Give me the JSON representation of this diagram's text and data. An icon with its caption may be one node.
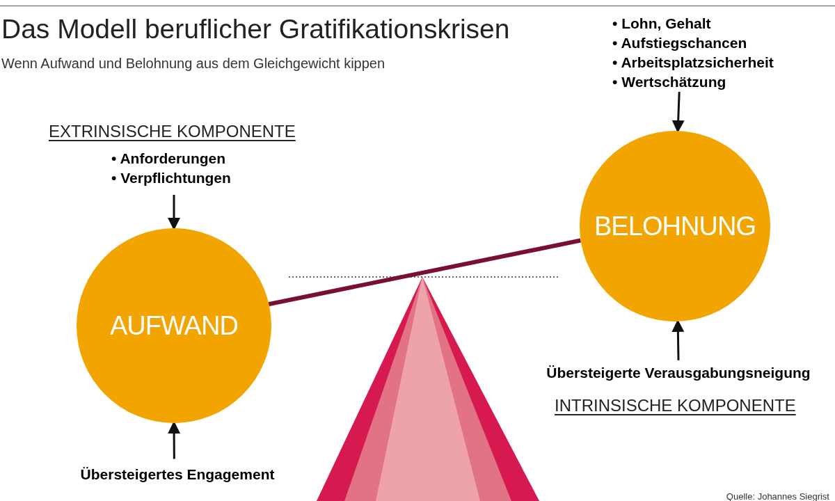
{
  "diagram": {
    "title": "Das Modell beruflicher Gratifikationskrisen",
    "nodes": [
      {
        "text": [
          "• Anforderungen",
          "• Verpflichtungen"
        ]
      },
      {
        "text": [
          "AUFWAND"
        ]
      },
      {
        "text": [
          "Übersteigertes Engagement"
        ]
      },
      {
        "text": [
          "• Lohn, Gehalt",
          "• Aufstiegschancen",
          "• Arbeitsplatzsicherheit",
          "• Wertschätzung"
        ]
      },
      {
        "text": [
          "BELOHNUNG"
        ]
      },
      {
        "text": [
          "Übersteigerte Verausgabungsneigung"
        ]
      }
    ],
    "edges": [
      {
        "from": 0,
        "to": 1,
        "arrow": "to"
      },
      {
        "from": 2,
        "to": 1,
        "arrow": "to"
      },
      {
        "from": 3,
        "to": 4,
        "arrow": "to"
      },
      {
        "from": 5,
        "to": 4,
        "arrow": "to"
      },
      {
        "from": 1,
        "to": 4,
        "arrow": "none",
        "style": "thick",
        "color": "#7a1030"
      }
    ],
    "labels": [
      "Wenn Aufwand und Belohnung aus dem Gleichgewicht kippen",
      "EXTRINSISCHE KOMPONENTE",
      "INTRINSISCHE KOMPONENTE",
      "Quelle: Johannes Siegrist"
    ]
  }
}
